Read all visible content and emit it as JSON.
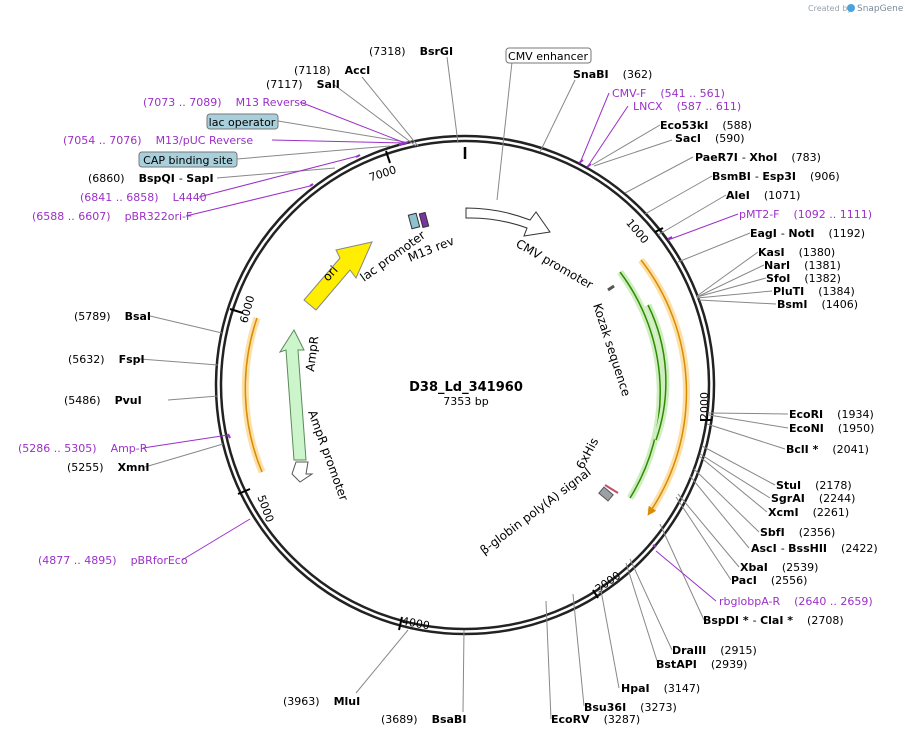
{
  "header": {
    "credit": "Created by",
    "brand": "SnapGene"
  },
  "plasmid": {
    "name": "D38_Ld_341960",
    "size_label": "7353 bp",
    "total_bp": 7353
  },
  "ticks": [
    "1000",
    "2000",
    "3000",
    "4000",
    "5000",
    "6000",
    "7000"
  ],
  "boxed_features": [
    {
      "label": "CMV enhancer",
      "style": "white"
    },
    {
      "label": "lac operator",
      "style": "blue"
    },
    {
      "label": "CAP binding site",
      "style": "blue"
    }
  ],
  "enzymes_right": [
    {
      "name": "SnaBI",
      "pos": "(362)"
    },
    {
      "name": "Eco53kI",
      "pos": "(588)"
    },
    {
      "name": "SacI",
      "pos": "(590)"
    },
    {
      "name": "PaeR7I",
      "name2": "XhoI",
      "pos": "(783)"
    },
    {
      "name": "BsmBI",
      "name2": "Esp3I",
      "pos": "(906)"
    },
    {
      "name": "AleI",
      "pos": "(1071)"
    },
    {
      "name": "EagI",
      "name2": "NotI",
      "pos": "(1192)"
    },
    {
      "name": "KasI",
      "pos": "(1380)"
    },
    {
      "name": "NarI",
      "pos": "(1381)"
    },
    {
      "name": "SfoI",
      "pos": "(1382)"
    },
    {
      "name": "PluTI",
      "pos": "(1384)"
    },
    {
      "name": "BsmI",
      "pos": "(1406)"
    },
    {
      "name": "EcoRI",
      "pos": "(1934)"
    },
    {
      "name": "EcoNI",
      "pos": "(1950)"
    },
    {
      "name": "BclI *",
      "pos": "(2041)"
    },
    {
      "name": "StuI",
      "pos": "(2178)"
    },
    {
      "name": "SgrAI",
      "pos": "(2244)"
    },
    {
      "name": "XcmI",
      "pos": "(2261)"
    },
    {
      "name": "SbfI",
      "pos": "(2356)"
    },
    {
      "name": "AscI",
      "name2": "BssHII",
      "pos": "(2422)"
    },
    {
      "name": "XbaI",
      "pos": "(2539)"
    },
    {
      "name": "PacI",
      "pos": "(2556)"
    },
    {
      "name": "BspDI *",
      "name2": "ClaI *",
      "pos": "(2708)"
    },
    {
      "name": "DraIII",
      "pos": "(2915)"
    },
    {
      "name": "BstAPI",
      "pos": "(2939)"
    },
    {
      "name": "HpaI",
      "pos": "(3147)"
    },
    {
      "name": "Bsu36I",
      "pos": "(3273)"
    },
    {
      "name": "EcoRV",
      "pos": "(3287)"
    },
    {
      "name": "BsaBI",
      "pos": "(3689)"
    }
  ],
  "enzymes_left": [
    {
      "name": "BsrGI",
      "pos": "(7318)"
    },
    {
      "name": "AccI",
      "pos": "(7118)"
    },
    {
      "name": "SalI",
      "pos": "(7117)"
    },
    {
      "name": "BspQI",
      "name2": "SapI",
      "pos": "(6860)"
    },
    {
      "name": "BsaI",
      "pos": "(5789)"
    },
    {
      "name": "FspI",
      "pos": "(5632)"
    },
    {
      "name": "PvuI",
      "pos": "(5486)"
    },
    {
      "name": "XmnI",
      "pos": "(5255)"
    },
    {
      "name": "MluI",
      "pos": "(3963)"
    }
  ],
  "primers": [
    {
      "name": "CMV-F",
      "pos": "(541 .. 561)"
    },
    {
      "name": "LNCX",
      "pos": "(587 .. 611)"
    },
    {
      "name": "pMT2-F",
      "pos": "(1092 .. 1111)"
    },
    {
      "name": "rbglobpA-R",
      "pos": "(2640 .. 2659)"
    },
    {
      "name": "M13 Reverse",
      "pos": "(7073 .. 7089)"
    },
    {
      "name": "M13/pUC Reverse",
      "pos": "(7054 .. 7076)"
    },
    {
      "name": "L4440",
      "pos": "(6841 .. 6858)"
    },
    {
      "name": "pBR322ori-F",
      "pos": "(6588 .. 6607)"
    },
    {
      "name": "Amp-R",
      "pos": "(5286 .. 5305)"
    },
    {
      "name": "pBRforEco",
      "pos": "(4877 .. 4895)"
    }
  ],
  "features": {
    "cmv_promoter": "CMV promoter",
    "kozak": "Kozak sequence",
    "his": "6xHis",
    "globin": "β-globin poly(A) signal",
    "ori": "ori",
    "lac_promoter": "lac promoter",
    "m13_rev": "M13 rev",
    "ampr": "AmpR",
    "ampr_promoter": "AmpR promoter"
  },
  "colors": {
    "enzyme": "#000000",
    "primer": "#9b30c8",
    "ori": "#ffee00",
    "ampr": "#ccf5cc",
    "orf_green": "#2e8b00",
    "orf_orange": "#d98c00",
    "box_blue": "#a8d0dc"
  }
}
